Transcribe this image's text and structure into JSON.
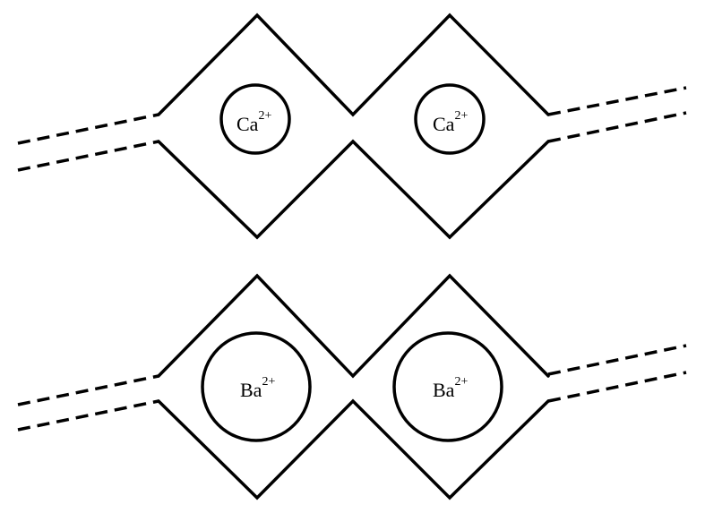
{
  "colors": {
    "stroke": "#000000",
    "background": "#ffffff"
  },
  "chains": [
    {
      "name": "calcium-chain",
      "ions": [
        {
          "symbol": "Ca",
          "charge": "2+"
        },
        {
          "symbol": "Ca",
          "charge": "2+"
        }
      ]
    },
    {
      "name": "barium-chain",
      "ions": [
        {
          "symbol": "Ba",
          "charge": "2+"
        },
        {
          "symbol": "Ba",
          "charge": "2+"
        }
      ]
    }
  ]
}
